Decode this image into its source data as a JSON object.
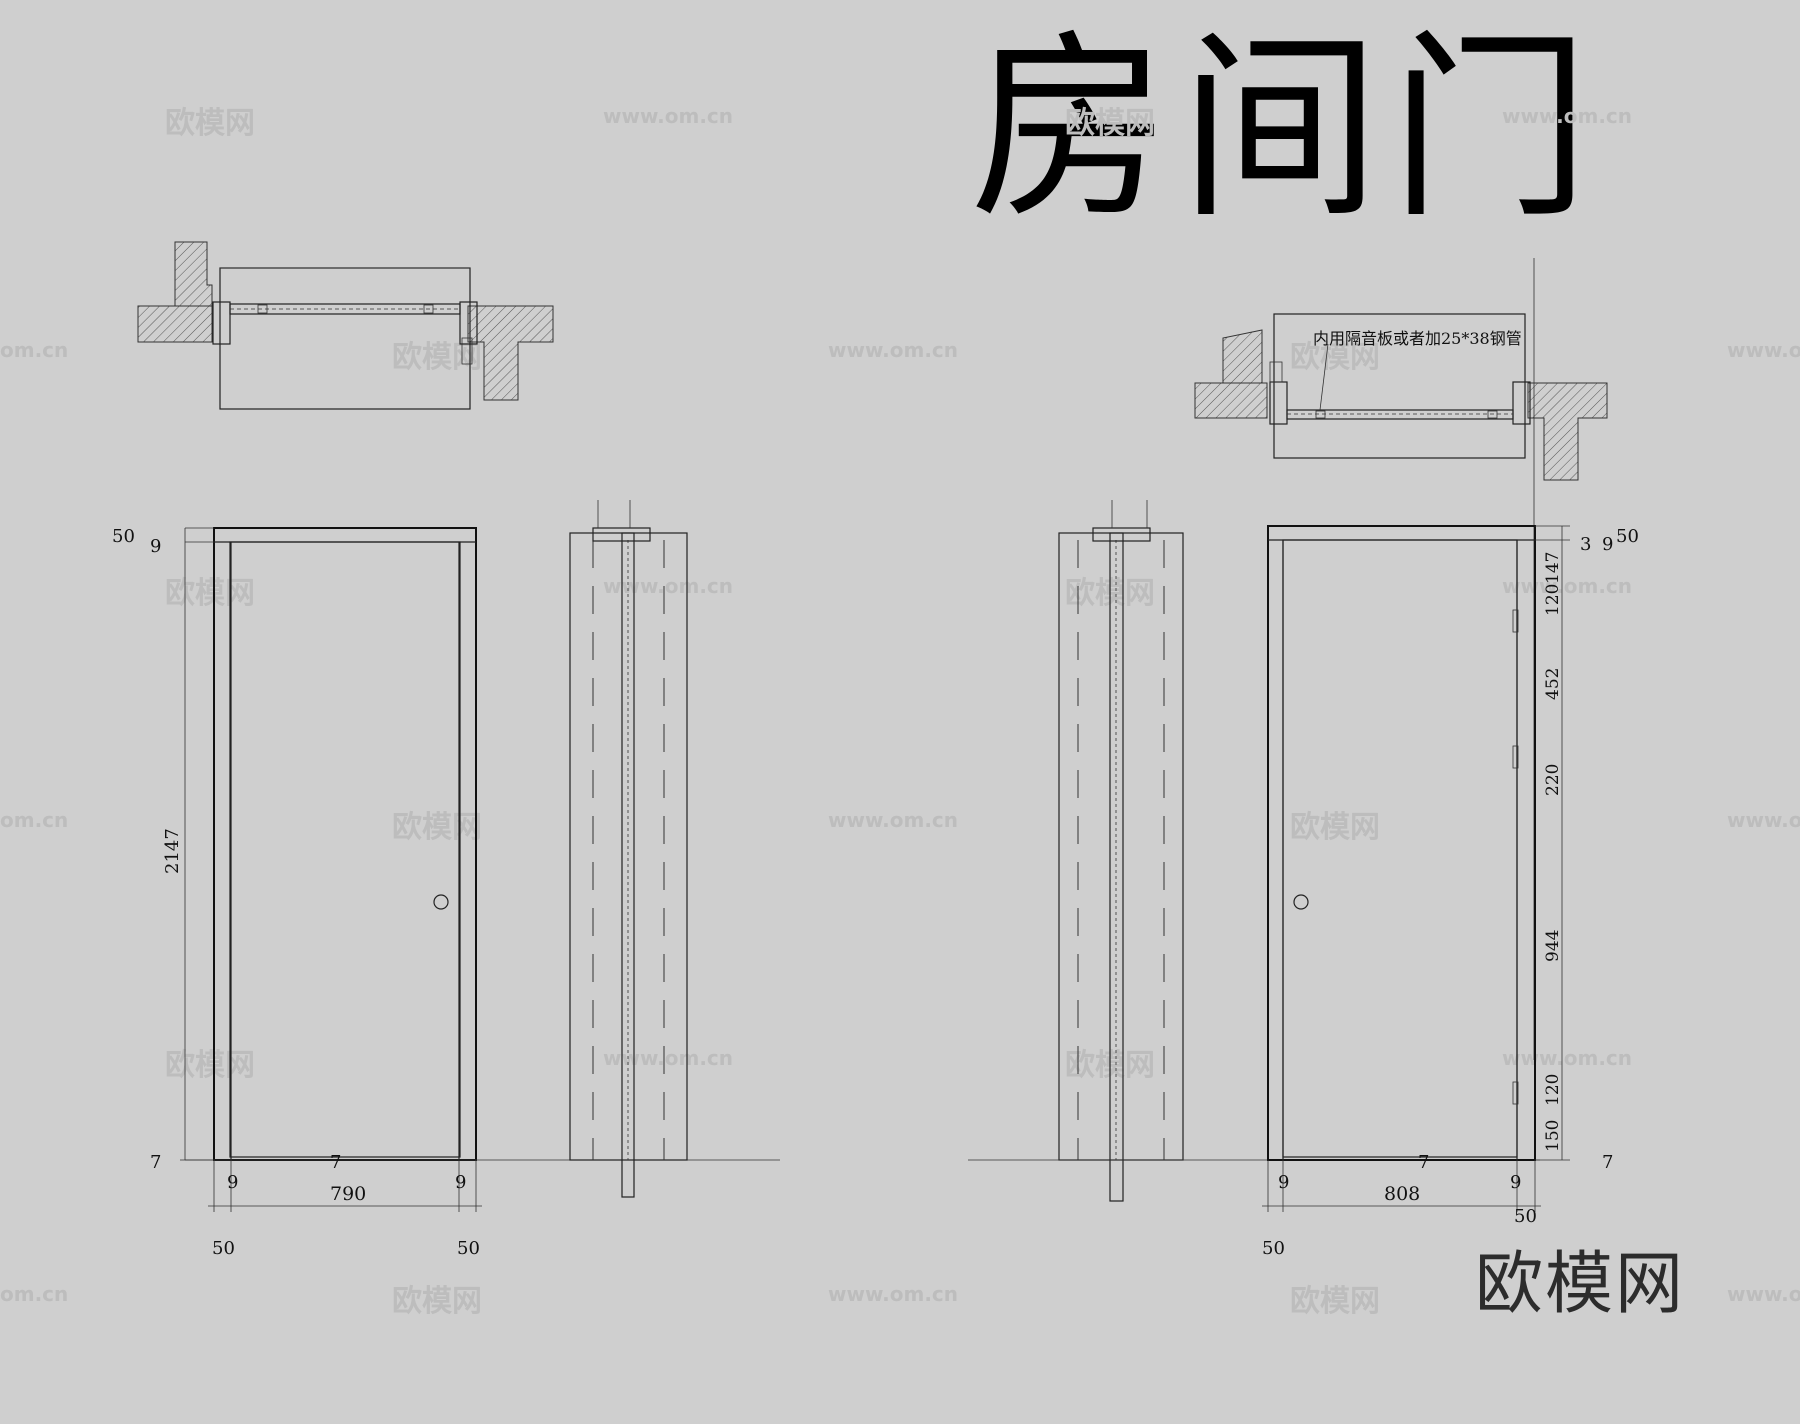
{
  "title": "房间门",
  "brand": "欧模网",
  "watermark_brand": "欧模网",
  "watermark_url": "www.om.cn",
  "watermark_url_partial": "om.cn",
  "callout_note": "内用隔音板或者加25*38钢管",
  "left_elevation": {
    "top_frame": "50",
    "top_gap": "9",
    "height": "2147",
    "bottom_gap": "7",
    "gap_left": "9",
    "gap_right": "9",
    "width": "790",
    "frame_left": "50",
    "frame_right": "50",
    "bottom_mid_gap": "7"
  },
  "right_elevation": {
    "top_gap_a": "3",
    "top_gap_b": "9",
    "top_frame": "50",
    "seg_1": "147",
    "seg_2": "120",
    "seg_3": "452",
    "seg_4": "220",
    "seg_5": "944",
    "seg_6": "120",
    "seg_7": "150",
    "bottom_gap": "7",
    "gap_left": "9",
    "gap_right": "9",
    "width": "808",
    "frame_left": "50",
    "frame_right": "50",
    "bottom_mid_gap": "7"
  }
}
